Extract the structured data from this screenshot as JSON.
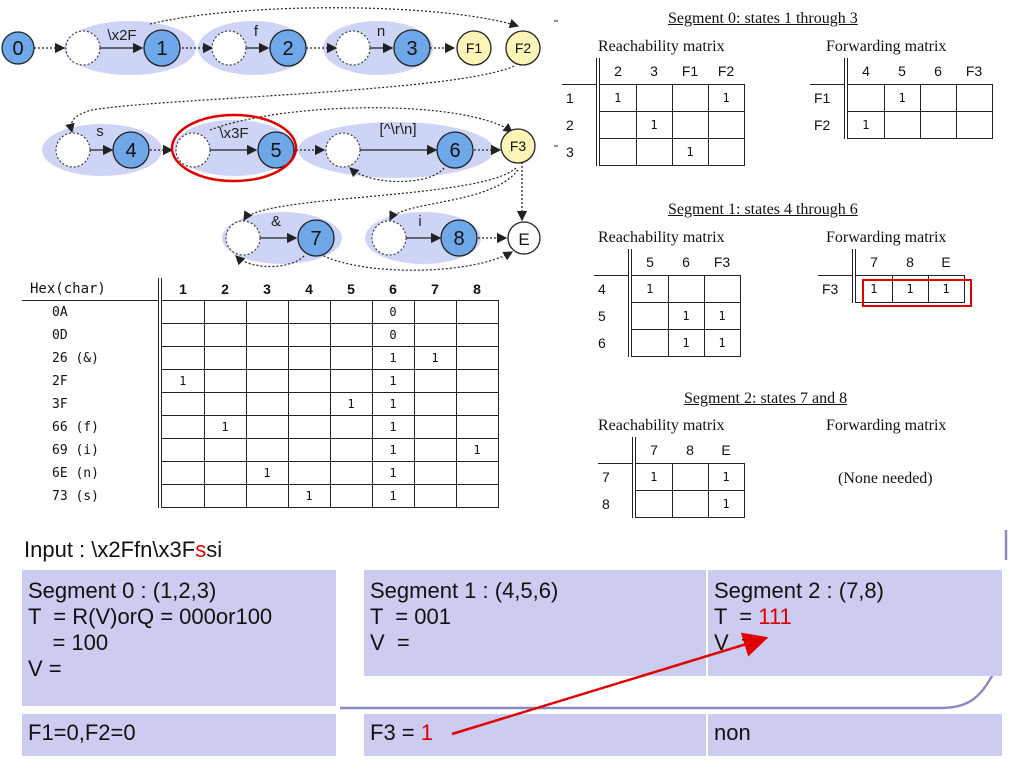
{
  "diagram": {
    "nodes": {
      "n0": "0",
      "n1": "1",
      "n2": "2",
      "n3": "3",
      "f1": "F1",
      "f2": "F2",
      "n4": "4",
      "n5": "5",
      "n6": "6",
      "f3": "F3",
      "n7": "7",
      "n8": "8",
      "e": "E"
    },
    "edge_labels": {
      "x2f": "\\x2F",
      "f": "f",
      "n": "n",
      "s": "s",
      "x3f": "\\x3F",
      "crlf": "[^\\r\\n]",
      "amp": "&",
      "i": "i"
    }
  },
  "hex_table": {
    "header": "Hex(char)",
    "columns": [
      "1",
      "2",
      "3",
      "4",
      "5",
      "6",
      "7",
      "8"
    ],
    "rows": [
      {
        "label": "0A",
        "cells": [
          "",
          "",
          "",
          "",
          "",
          "0",
          "",
          ""
        ]
      },
      {
        "label": "0D",
        "cells": [
          "",
          "",
          "",
          "",
          "",
          "0",
          "",
          ""
        ]
      },
      {
        "label": "26 (&)",
        "cells": [
          "",
          "",
          "",
          "",
          "",
          "1",
          "1",
          ""
        ]
      },
      {
        "label": "2F",
        "cells": [
          "1",
          "",
          "",
          "",
          "",
          "1",
          "",
          ""
        ]
      },
      {
        "label": "3F",
        "cells": [
          "",
          "",
          "",
          "",
          "1",
          "1",
          "",
          ""
        ]
      },
      {
        "label": "66 (f)",
        "cells": [
          "",
          "1",
          "",
          "",
          "",
          "1",
          "",
          ""
        ]
      },
      {
        "label": "69 (i)",
        "cells": [
          "",
          "",
          "",
          "",
          "",
          "1",
          "",
          "1"
        ]
      },
      {
        "label": "6E (n)",
        "cells": [
          "",
          "",
          "1",
          "",
          "",
          "1",
          "",
          ""
        ]
      },
      {
        "label": "73 (s)",
        "cells": [
          "",
          "",
          "",
          "1",
          "",
          "1",
          "",
          ""
        ]
      }
    ]
  },
  "segments": [
    {
      "title": "Segment 0: states 1 through 3",
      "reach_title": "Reachability matrix",
      "reach_cols": [
        "2",
        "3",
        "F1",
        "F2"
      ],
      "reach_rows": [
        {
          "label": "1",
          "cells": [
            "1",
            "",
            "",
            "1"
          ]
        },
        {
          "label": "2",
          "cells": [
            "",
            "1",
            "",
            ""
          ]
        },
        {
          "label": "3",
          "cells": [
            "",
            "",
            "1",
            ""
          ]
        }
      ],
      "fwd_title": "Forwarding matrix",
      "fwd_cols": [
        "4",
        "5",
        "6",
        "F3"
      ],
      "fwd_rows": [
        {
          "label": "F1",
          "cells": [
            "",
            "1",
            "",
            ""
          ]
        },
        {
          "label": "F2",
          "cells": [
            "1",
            "",
            "",
            ""
          ]
        }
      ]
    },
    {
      "title": "Segment 1: states 4 through 6",
      "reach_title": "Reachability matrix",
      "reach_cols": [
        "5",
        "6",
        "F3"
      ],
      "reach_rows": [
        {
          "label": "4",
          "cells": [
            "1",
            "",
            ""
          ]
        },
        {
          "label": "5",
          "cells": [
            "",
            "1",
            "1"
          ]
        },
        {
          "label": "6",
          "cells": [
            "",
            "1",
            "1"
          ]
        }
      ],
      "fwd_title": "Forwarding matrix",
      "fwd_cols": [
        "7",
        "8",
        "E"
      ],
      "fwd_rows": [
        {
          "label": "F3",
          "cells": [
            "1",
            "1",
            "1"
          ]
        }
      ]
    },
    {
      "title": "Segment 2: states 7 and 8",
      "reach_title": "Reachability matrix",
      "reach_cols": [
        "7",
        "8",
        "E"
      ],
      "reach_rows": [
        {
          "label": "7",
          "cells": [
            "1",
            "",
            "1"
          ]
        },
        {
          "label": "8",
          "cells": [
            "",
            "",
            "1"
          ]
        }
      ],
      "fwd_title": "Forwarding matrix",
      "fwd_note": "(None needed)"
    }
  ],
  "input": {
    "prefix": "Input : \\x2Ffn\\x3F",
    "highlight": "s",
    "suffix": "si"
  },
  "boxes": {
    "seg0": {
      "l1": "Segment 0 : (1,2,3)",
      "l2": "T  = R(V)orQ = 000or100",
      "l3": "    = 100",
      "l4": "V ="
    },
    "seg1": {
      "l1": "Segment 1 : (4,5,6)",
      "l2": "T  = 001",
      "l3": "V  ="
    },
    "seg2": {
      "l1": "Segment 2 : (7,8)",
      "l2_prefix": "T  = ",
      "l2_value": "111",
      "l3": "V  ="
    },
    "f0": "F1=0,F2=0",
    "f1_prefix": "F3 = ",
    "f1_value": "1",
    "f2": "non"
  },
  "colors": {
    "node_fill": "#6ea8e8",
    "halo": "#cdd4f5",
    "final_fill": "#fdf5b8",
    "box": "#ccccf0",
    "highlight_red": "#e00000"
  }
}
